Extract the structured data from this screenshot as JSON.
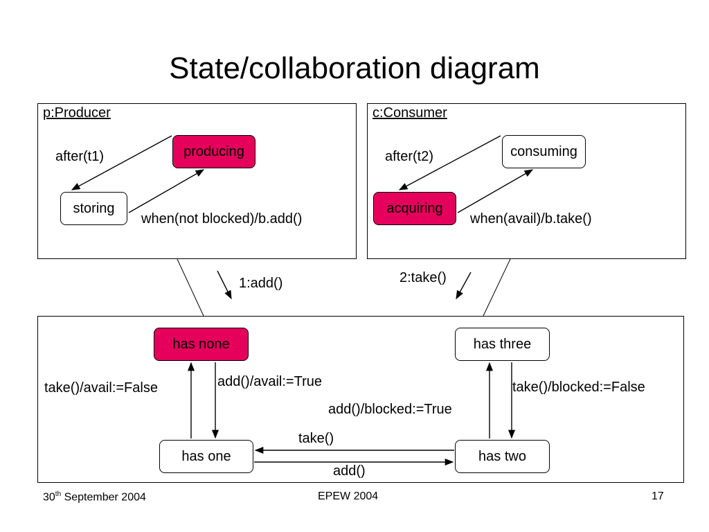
{
  "title": "State/collaboration diagram",
  "producer": {
    "name": "p:Producer",
    "states": {
      "producing": "producing",
      "storing": "storing"
    },
    "transitions": {
      "after": "after(t1)",
      "when": "when(not blocked)/b.add()"
    }
  },
  "consumer": {
    "name": "c:Consumer",
    "states": {
      "consuming": "consuming",
      "acquiring": "acquiring"
    },
    "transitions": {
      "after": "after(t2)",
      "when": "when(avail)/b.take()"
    }
  },
  "messages": {
    "add": "1:add()",
    "take": "2:take()"
  },
  "buffer": {
    "states": {
      "has_none": "has none",
      "has_one": "has one",
      "has_two": "has two",
      "has_three": "has three"
    },
    "transitions": {
      "take_avail_false": "take()/avail:=False",
      "add_avail_true": "add()/avail:=True",
      "add_blocked_true": "add()/blocked:=True",
      "take_blocked_false": "take()/blocked:=False",
      "take": "take()",
      "add": "add()"
    }
  },
  "footer": {
    "date_day": "30",
    "date_suffix": "th",
    "date_rest": " September 2004",
    "event": "EPEW 2004",
    "page": "17"
  },
  "colors": {
    "active_state": "#e5005b"
  }
}
